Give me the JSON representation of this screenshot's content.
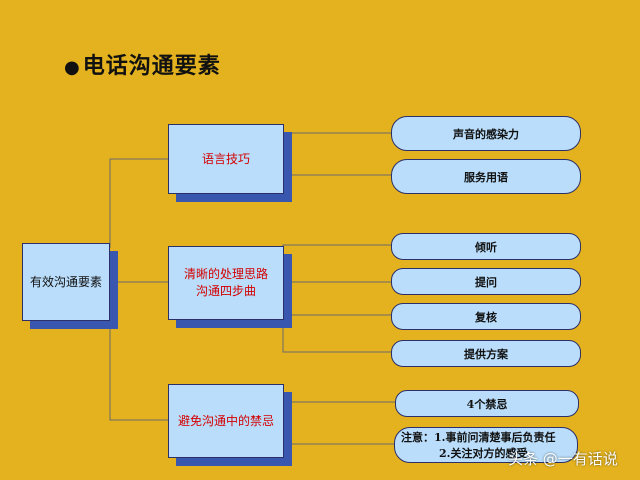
{
  "title": {
    "bullet": "●",
    "text": "电话沟通要素"
  },
  "root": "有效沟通要素",
  "branches": [
    {
      "label": "语言技巧",
      "items": [
        "声音的感染力",
        "服务用语"
      ]
    },
    {
      "label_line1": "清晰的处理思路",
      "label_line2": "沟通四步曲",
      "items": [
        "倾听",
        "提问",
        "复核",
        "提供方案"
      ]
    },
    {
      "label": "避免沟通中的禁忌",
      "items": [
        "4个禁忌"
      ],
      "note_line1": "注意：1.事前问清楚事后负责任",
      "note_line2": "2.关注对方的感受"
    }
  ],
  "watermark": "头条 @一有话说",
  "colors": {
    "background": "#e3b21e",
    "box_fill": "#b9ddfa",
    "box_shadow": "#3a57b0",
    "branch_text": "#d40000"
  }
}
